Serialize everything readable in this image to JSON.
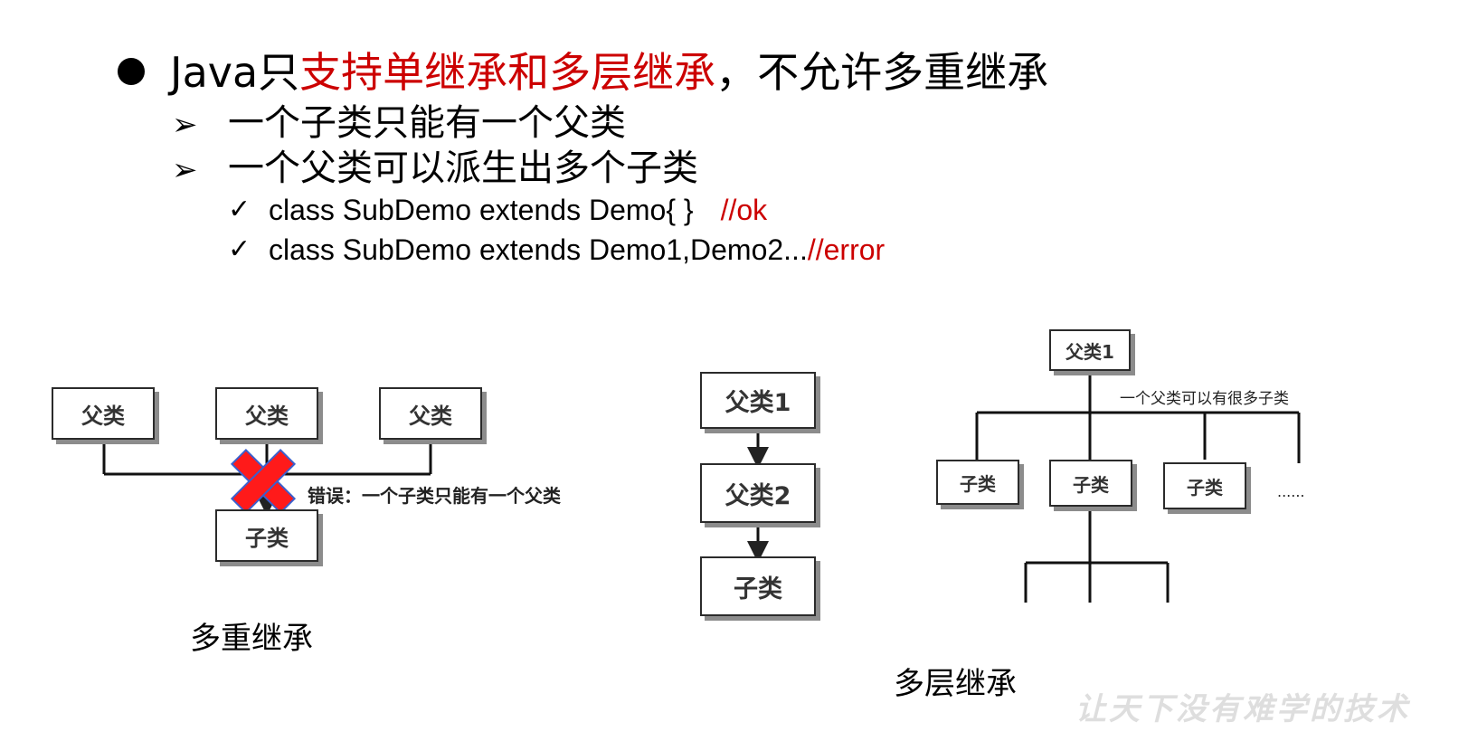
{
  "heading": {
    "prefix": "Java只",
    "highlight": "支持单继承和多层继承",
    "suffix": "，不允许多重继承"
  },
  "sub_points": [
    "一个子类只能有一个父类",
    "一个父类可以派生出多个子类"
  ],
  "examples": [
    {
      "code": "class SubDemo extends Demo{ }",
      "comment": "//ok"
    },
    {
      "code": "class SubDemo extends Demo1,Demo2...",
      "comment": "//error"
    }
  ],
  "symbols": {
    "arrow_marker": "➢",
    "check_marker": "✓"
  },
  "diagram_multiple": {
    "parents": [
      "父类",
      "父类",
      "父类"
    ],
    "child": "子类",
    "error_note": "错误：一个子类只能有一个父类",
    "caption": "多重继承"
  },
  "diagram_multilevel": {
    "levels": [
      "父类1",
      "父类2",
      "子类"
    ],
    "caption": "多层继承"
  },
  "diagram_hierarchical": {
    "root": "父类1",
    "note": "一个父类可以有很多子类",
    "children": [
      "子类",
      "子类",
      "子类"
    ],
    "ellipsis": "......"
  },
  "watermark": "让天下没有难学的技术",
  "colors": {
    "highlight": "#cc0000",
    "cross_fill": "#ff1a1a",
    "cross_stroke": "#3a5fcd"
  }
}
